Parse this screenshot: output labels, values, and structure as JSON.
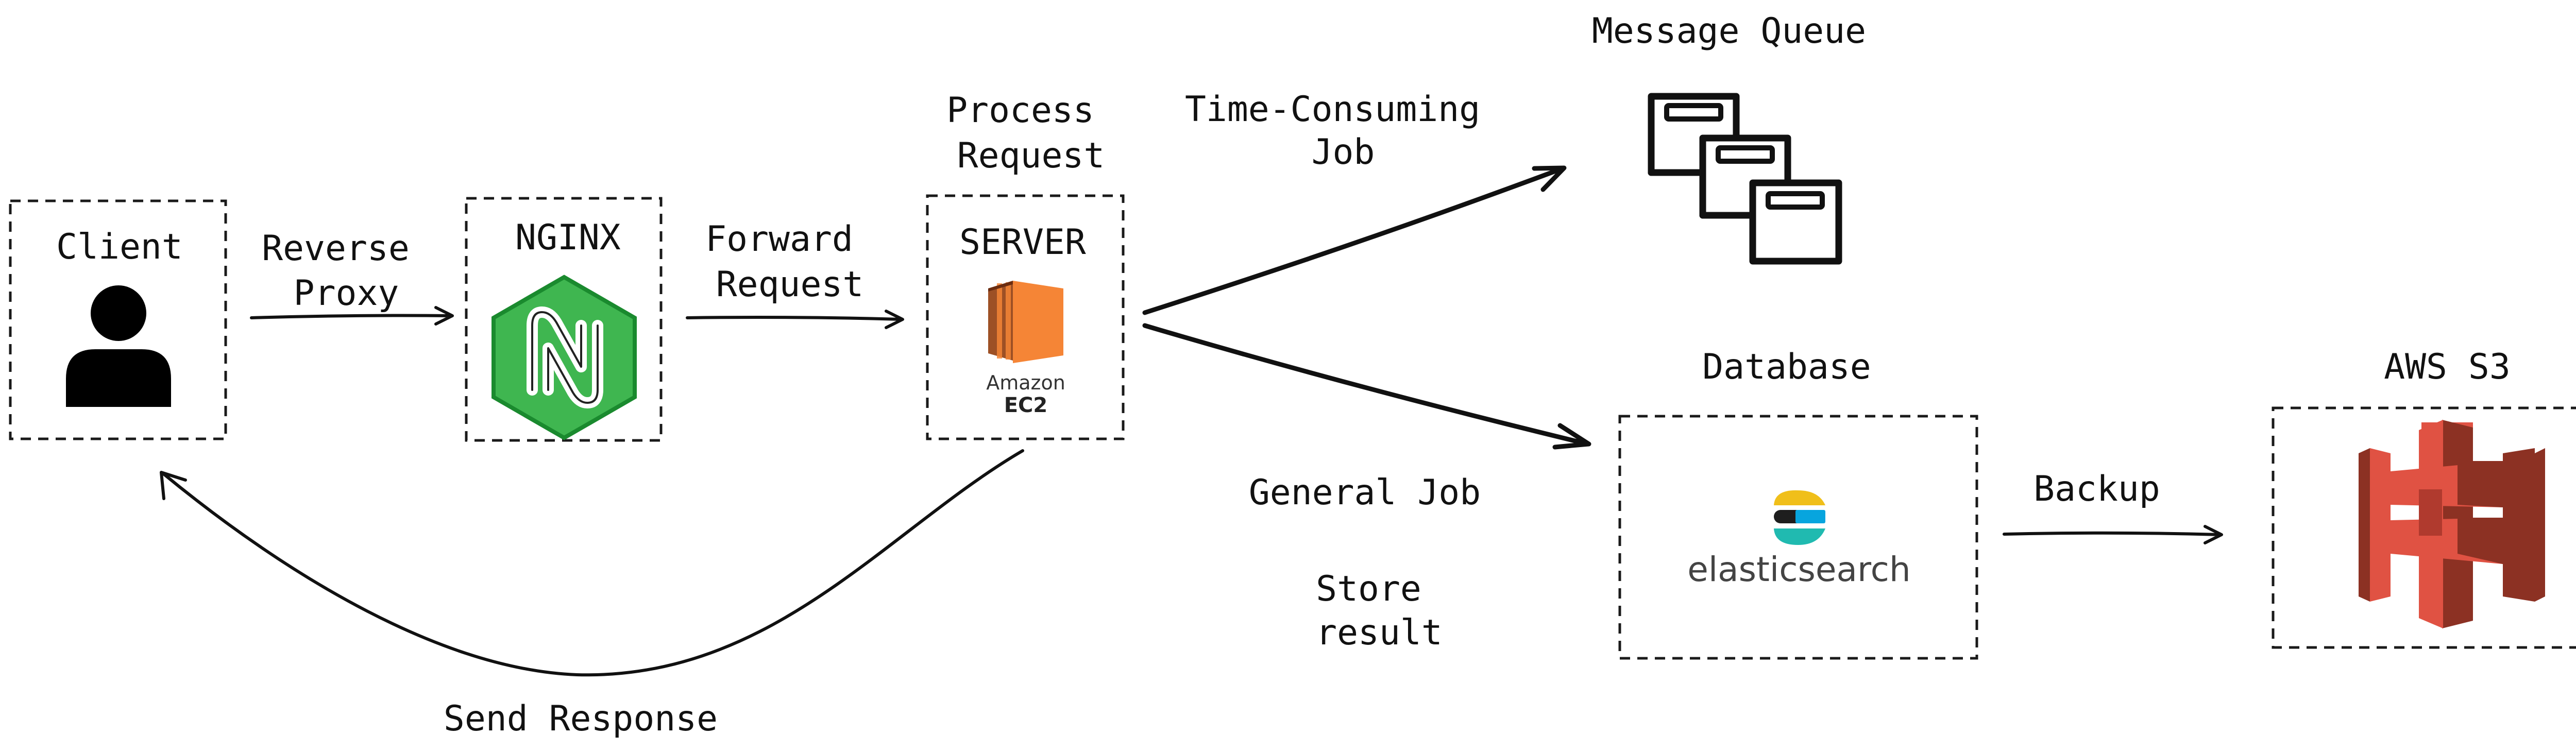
{
  "nodes": {
    "client": {
      "label": "Client",
      "icon": "user-icon"
    },
    "nginx": {
      "label": "NGINX",
      "icon": "nginx-logo-icon"
    },
    "server": {
      "label": "SERVER",
      "icon": "amazon-ec2-icon",
      "logo_line1": "Amazon",
      "logo_line2": "EC2"
    },
    "message_queue": {
      "label": "Message Queue",
      "icon": "message-queue-icon"
    },
    "database": {
      "label": "Database",
      "icon": "elasticsearch-logo-icon",
      "logo_text": "elasticsearch"
    },
    "s3": {
      "label": "AWS S3",
      "icon": "aws-s3-icon"
    }
  },
  "edges": {
    "reverse_proxy": [
      "Reverse",
      "Proxy"
    ],
    "forward_request": [
      "Forward",
      "Request"
    ],
    "process_request": [
      "Process",
      "Request"
    ],
    "time_consuming_job": [
      "Time-Consuming",
      "Job"
    ],
    "general_job": "General Job",
    "store_result": [
      "Store",
      "result"
    ],
    "backup": "Backup",
    "send_response": "Send Response"
  },
  "colors": {
    "ink": "#111111",
    "nginx_green": "#3fb650",
    "ec2_orange": "#f58536",
    "s3_red": "#e05243",
    "es_yellow": "#f0bf1a",
    "es_teal": "#20bab0"
  }
}
